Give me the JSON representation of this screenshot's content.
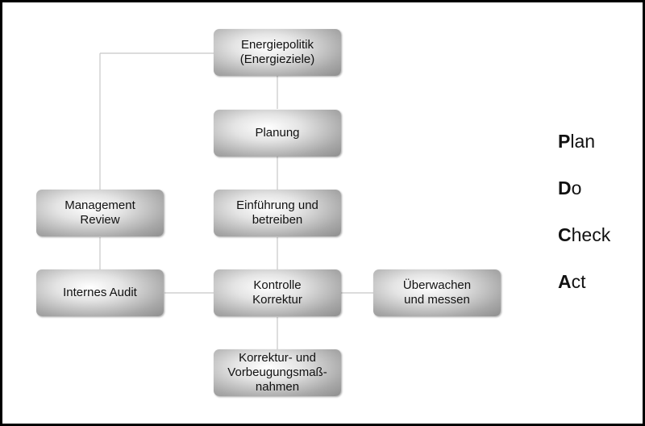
{
  "boxes": {
    "energiepolitik": "Energiepolitik\n(Energieziele)",
    "planung": "Planung",
    "einfuehrung": "Einführung und\nbetreiben",
    "kontrolle": "Kontrolle\nKorrektur",
    "korrektur": "Korrektur- und\nVorbeugungsmaß-\nnahmen",
    "management_review": "Management\nReview",
    "internes_audit": "Internes Audit",
    "ueberwachen": "Überwachen\nund messen"
  },
  "pdca": [
    {
      "initial": "P",
      "rest": "lan"
    },
    {
      "initial": "D",
      "rest": "o"
    },
    {
      "initial": "C",
      "rest": "heck"
    },
    {
      "initial": "A",
      "rest": "ct"
    }
  ],
  "colors": {
    "frame": "#000000",
    "background": "#ffffff",
    "connector": "#c8c8c8",
    "box_light": "#e4e4e4",
    "box_dark": "#8e8e8e"
  }
}
